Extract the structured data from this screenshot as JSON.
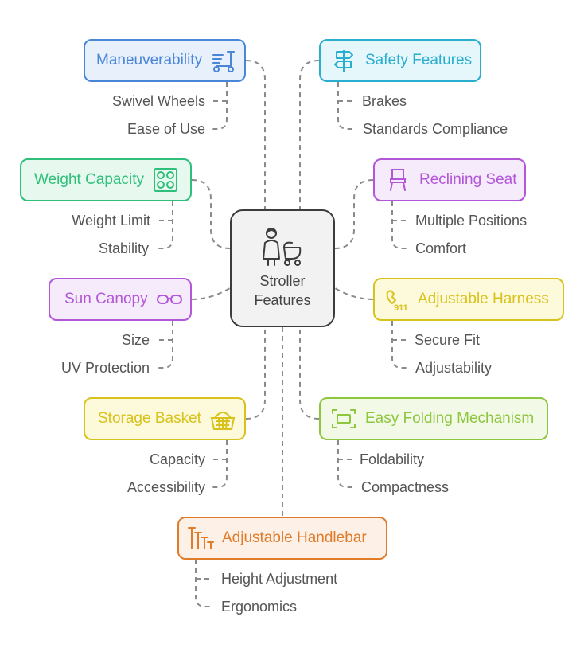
{
  "center": {
    "line1": "Stroller",
    "line2": "Features",
    "icon": "mother-stroller-icon"
  },
  "colors": {
    "blue": "#4a86d8",
    "cyan": "#29aed0",
    "green": "#2fbf7a",
    "purple": "#b257d8",
    "yellow": "#d8c21b",
    "lime": "#8dc63f",
    "orange": "#e07b2a"
  },
  "nodes": {
    "maneuverability": {
      "label": "Maneuverability",
      "icon": "scooter-icon",
      "items": [
        "Swivel Wheels",
        "Ease of Use"
      ]
    },
    "safety": {
      "label": "Safety Features",
      "icon": "signpost-icon",
      "items": [
        "Brakes",
        "Standards Compliance"
      ]
    },
    "weight": {
      "label": "Weight Capacity",
      "icon": "stove-icon",
      "items": [
        "Weight Limit",
        "Stability"
      ]
    },
    "reclining": {
      "label": "Reclining Seat",
      "icon": "chair-icon",
      "items": [
        "Multiple Positions",
        "Comfort"
      ]
    },
    "canopy": {
      "label": "Sun Canopy",
      "icon": "glasses-icon",
      "items": [
        "Size",
        "UV Protection"
      ]
    },
    "harness": {
      "label": "Adjustable Harness",
      "icon": "phone-911-icon",
      "items": [
        "Secure Fit",
        "Adjustability"
      ]
    },
    "basket": {
      "label": "Storage Basket",
      "icon": "basket-icon",
      "items": [
        "Capacity",
        "Accessibility"
      ]
    },
    "folding": {
      "label": "Easy Folding Mechanism",
      "icon": "frame-icon",
      "items": [
        "Foldability",
        "Compactness"
      ]
    },
    "handlebar": {
      "label": "Adjustable Handlebar",
      "icon": "handlebar-icon",
      "items": [
        "Height Adjustment",
        "Ergonomics"
      ]
    }
  }
}
